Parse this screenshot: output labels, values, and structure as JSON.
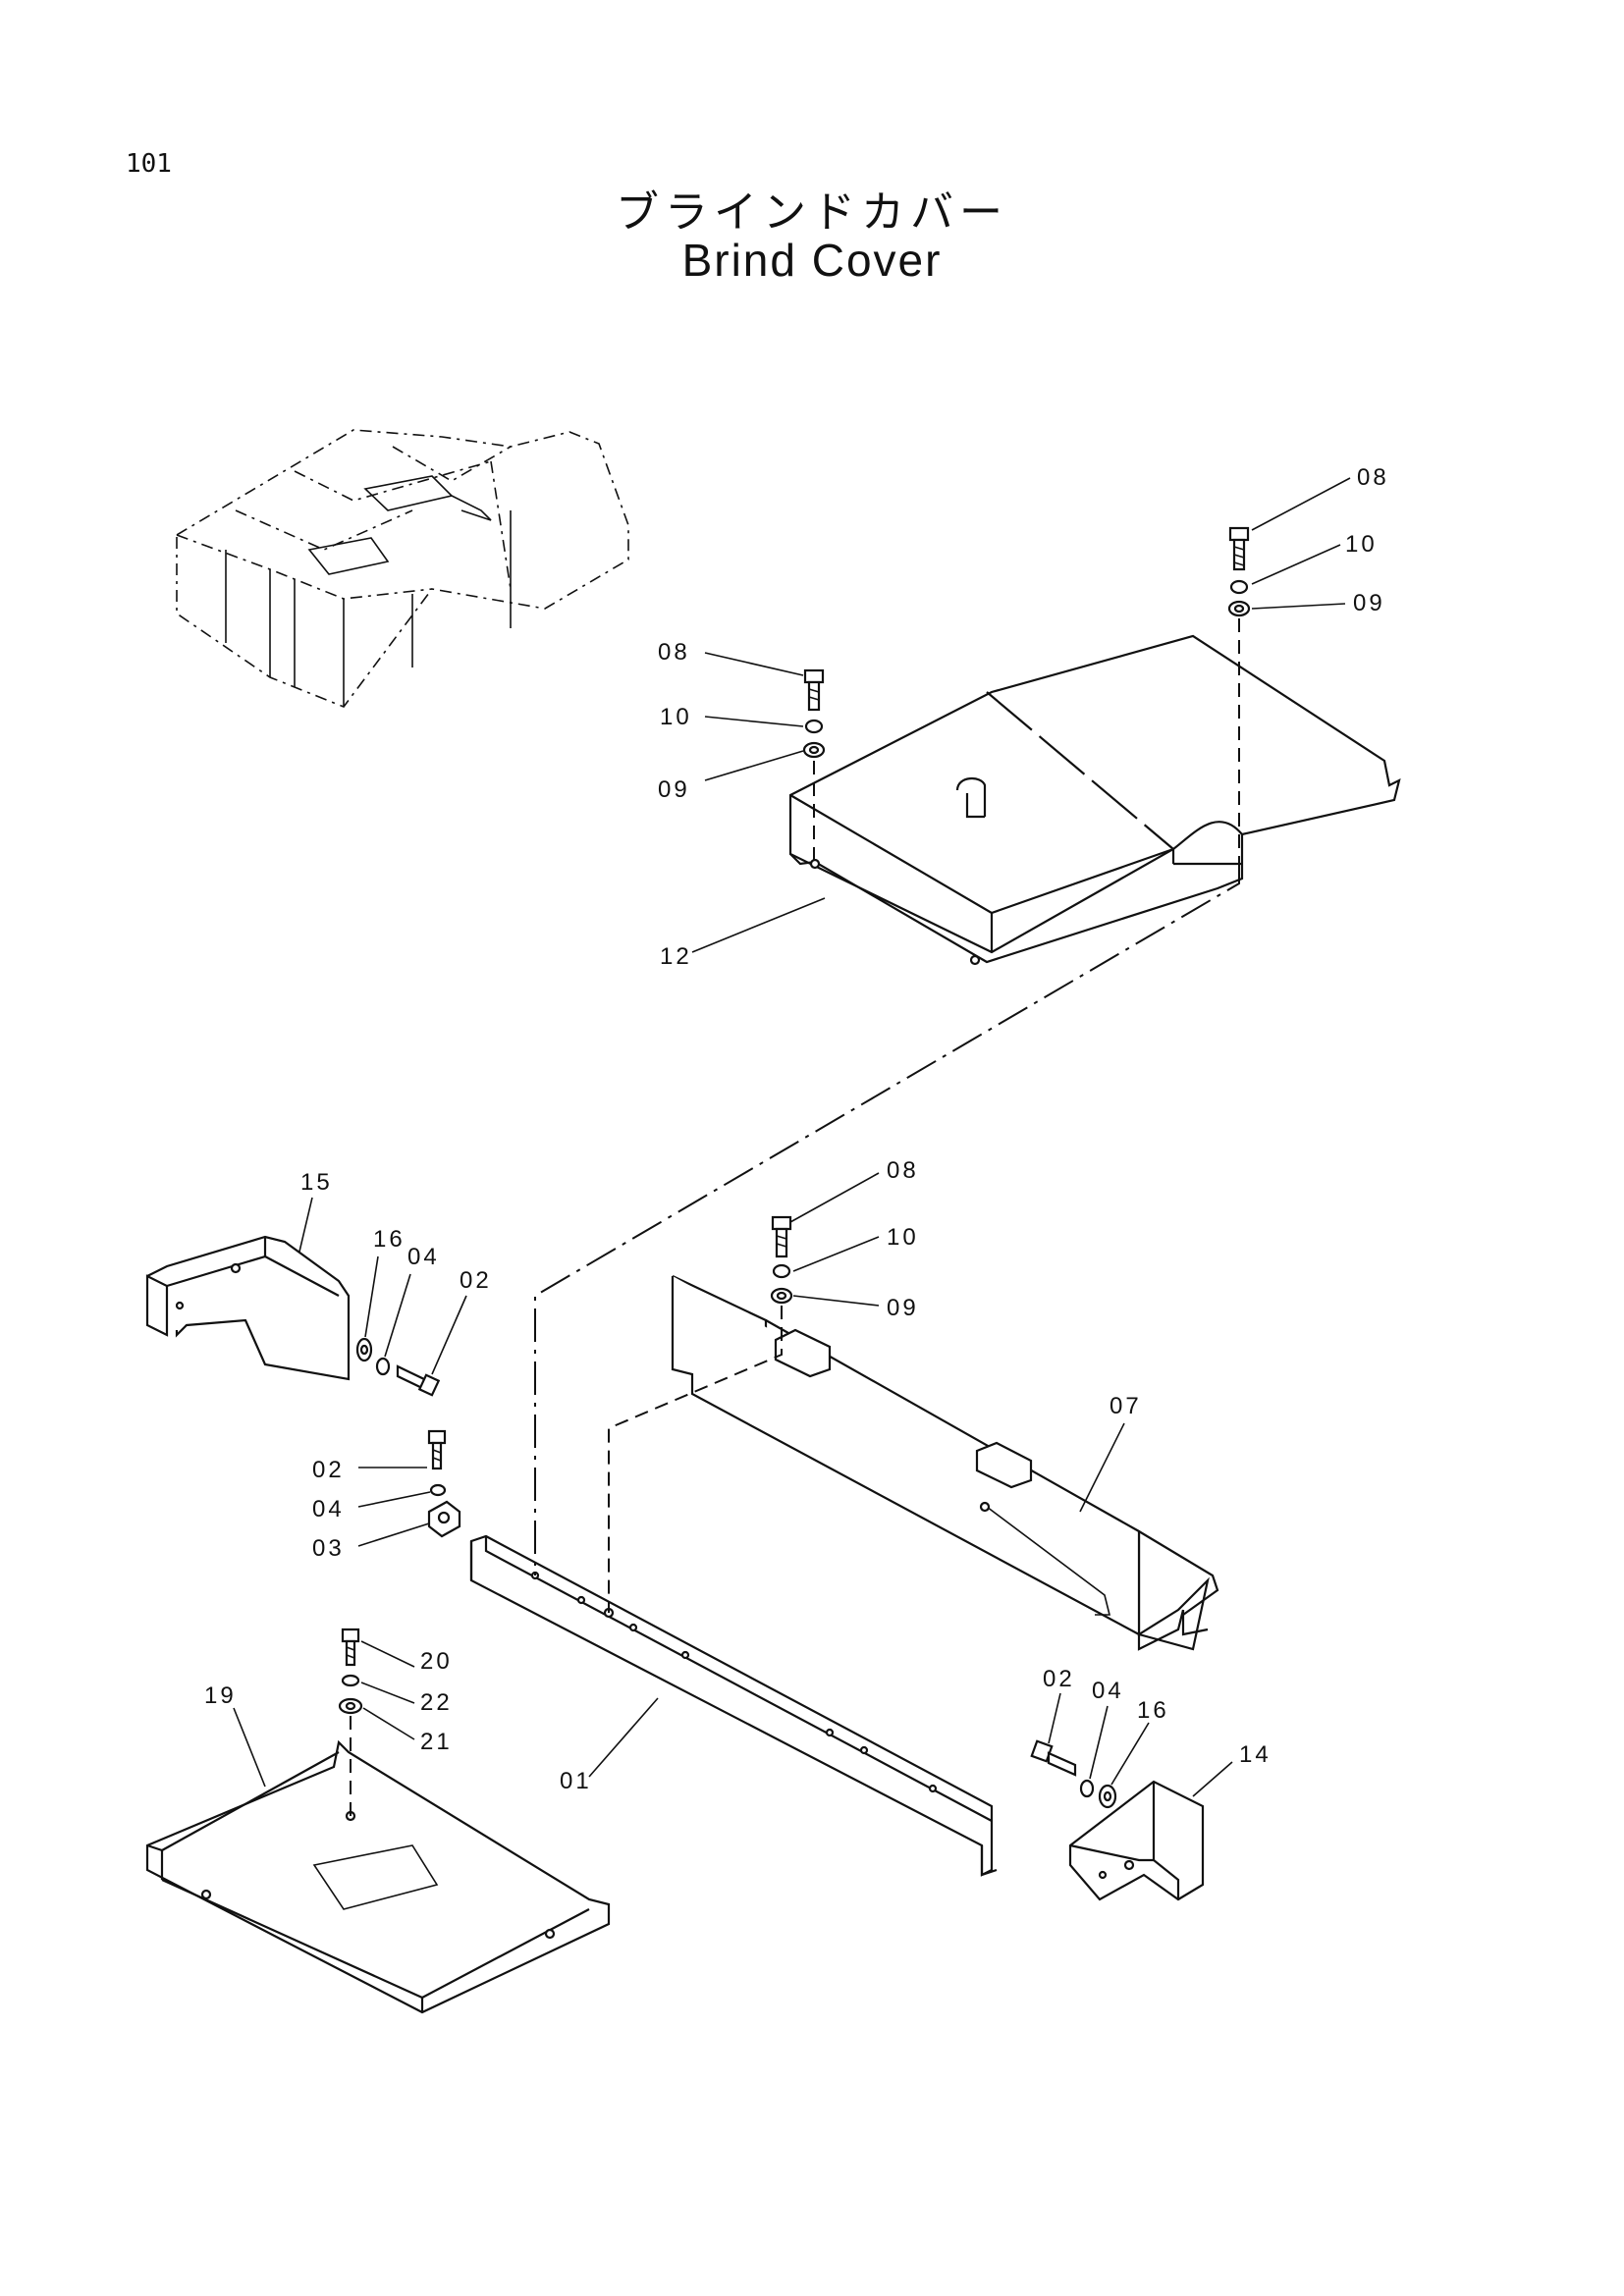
{
  "page": {
    "number": "101"
  },
  "title": {
    "japanese": "ブラインドカバー",
    "english": "Brind Cover"
  },
  "callouts": {
    "top_bolt": "08",
    "top_lockwasher": "10",
    "top_washer": "09",
    "mid_bolt": "08",
    "mid_lockwasher": "10",
    "mid_washer": "09",
    "cover_plate": "12",
    "hinge_bolt": "08",
    "hinge_lockwasher": "10",
    "hinge_washer": "09",
    "bracket_left": "15",
    "left_washer_16": "16",
    "left_lockwasher_04": "04",
    "left_bolt_02": "02",
    "clip_bolt": "02",
    "clip_lockwasher": "04",
    "clip": "03",
    "side_cover": "07",
    "tray_bolt": "20",
    "tray_lockwasher": "22",
    "tray_washer": "21",
    "tray": "19",
    "frame": "01",
    "right_bolt_02": "02",
    "right_lockwasher_04": "04",
    "right_washer_16": "16",
    "bracket_right": "14"
  }
}
